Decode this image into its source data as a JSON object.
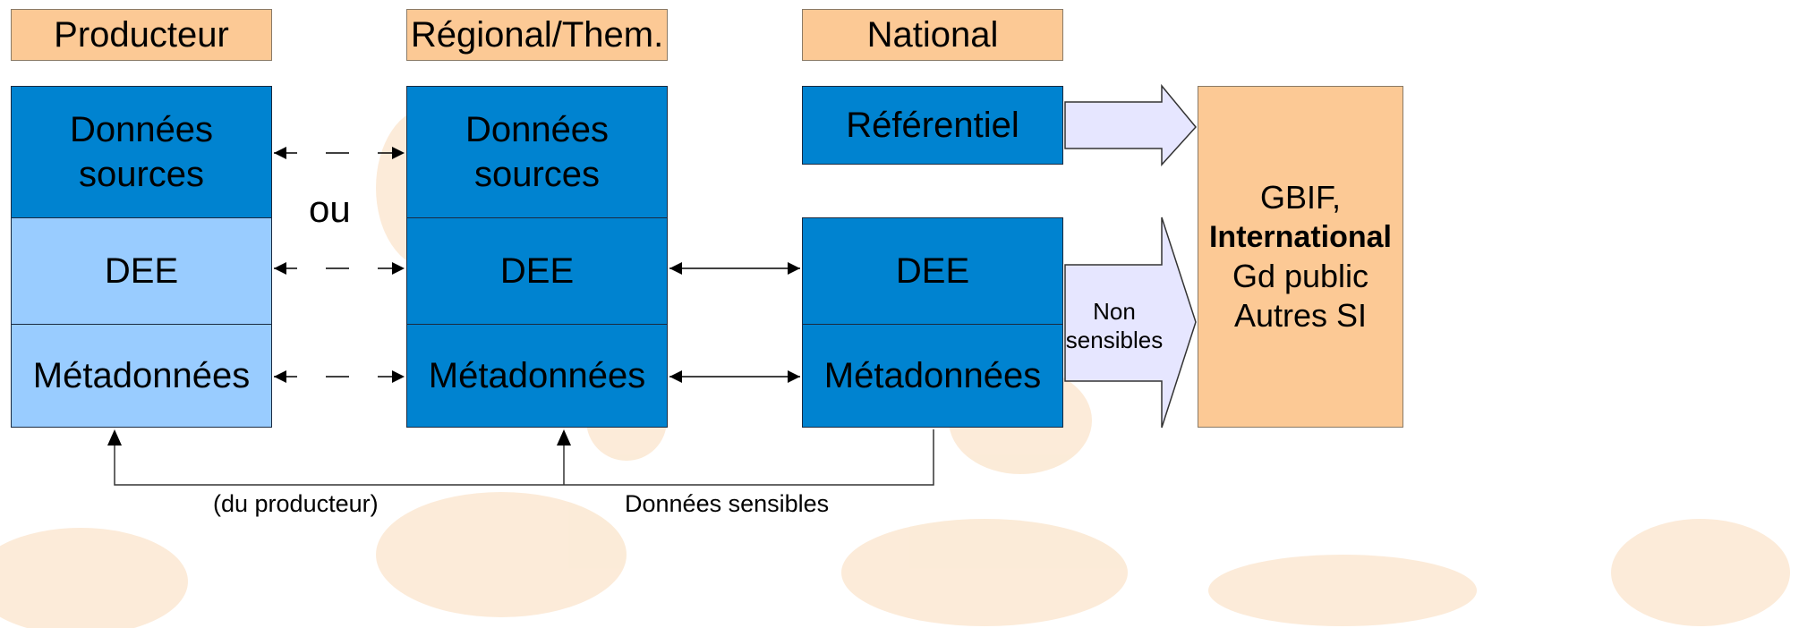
{
  "headers": {
    "producteur": "Producteur",
    "regional": "Régional/Them.",
    "national": "National"
  },
  "producteur": {
    "donnees_sources": "Données sources",
    "dee": "DEE",
    "metadonnees": "Métadonnées"
  },
  "regional": {
    "donnees_sources": "Données sources",
    "dee": "DEE",
    "metadonnees": "Métadonnées"
  },
  "national": {
    "referentiel": "Référentiel",
    "dee": "DEE",
    "metadonnees": "Métadonnées"
  },
  "target": {
    "line1": "GBIF,",
    "line2": "International",
    "line3": "Gd public",
    "line4": "Autres SI"
  },
  "labels": {
    "ou": "ou",
    "non_sensibles_1": "Non",
    "non_sensibles_2": "sensibles",
    "du_producteur": "(du producteur)",
    "donnees_sensibles": "Données sensibles"
  },
  "colors": {
    "header_fill": "#fcc995",
    "dark_blue": "#0083d0",
    "light_blue": "#99ccff",
    "arrow_fill": "#e6e6ff",
    "background_deco": "#fbe6cc"
  }
}
